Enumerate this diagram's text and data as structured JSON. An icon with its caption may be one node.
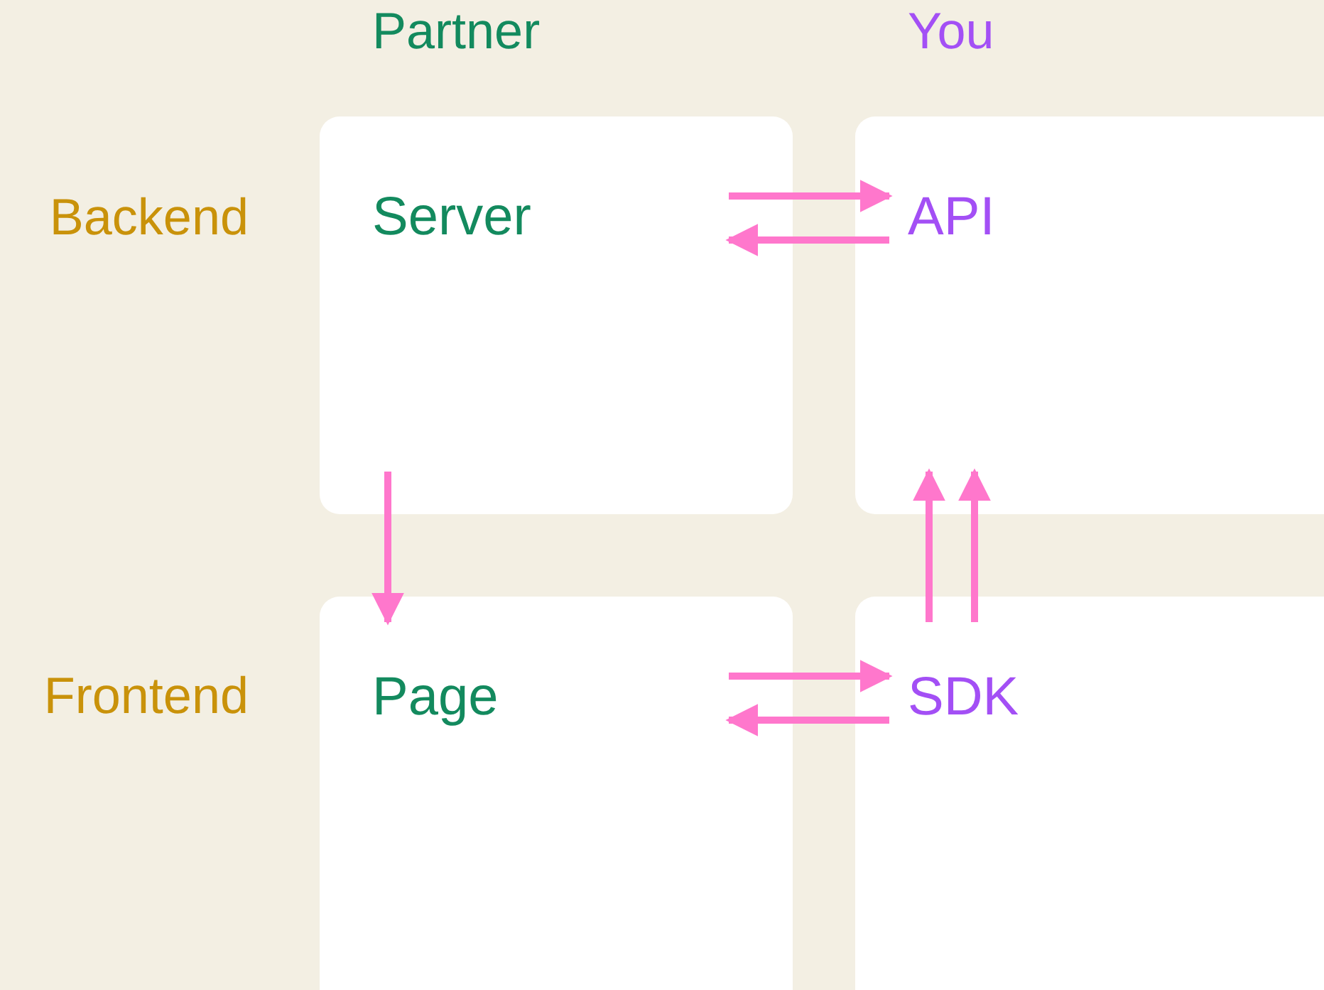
{
  "diagram": {
    "nodes": [
      {
        "text": [
          "Server"
        ]
      },
      {
        "text": [
          "API"
        ]
      },
      {
        "text": [
          "Page"
        ]
      },
      {
        "text": [
          "SDK"
        ]
      }
    ],
    "edges": [
      {
        "from": 0,
        "to": 1,
        "arrow": "to"
      },
      {
        "from": 1,
        "to": 0,
        "arrow": "to"
      },
      {
        "from": 0,
        "to": 2,
        "arrow": "to"
      },
      {
        "from": 2,
        "to": 3,
        "arrow": "to"
      },
      {
        "from": 3,
        "to": 2,
        "arrow": "to"
      },
      {
        "from": 3,
        "to": 1,
        "arrow": "to"
      },
      {
        "from": 3,
        "to": 1,
        "arrow": "to"
      }
    ],
    "labels": [
      "Partner",
      "You",
      "Backend",
      "Frontend"
    ]
  }
}
